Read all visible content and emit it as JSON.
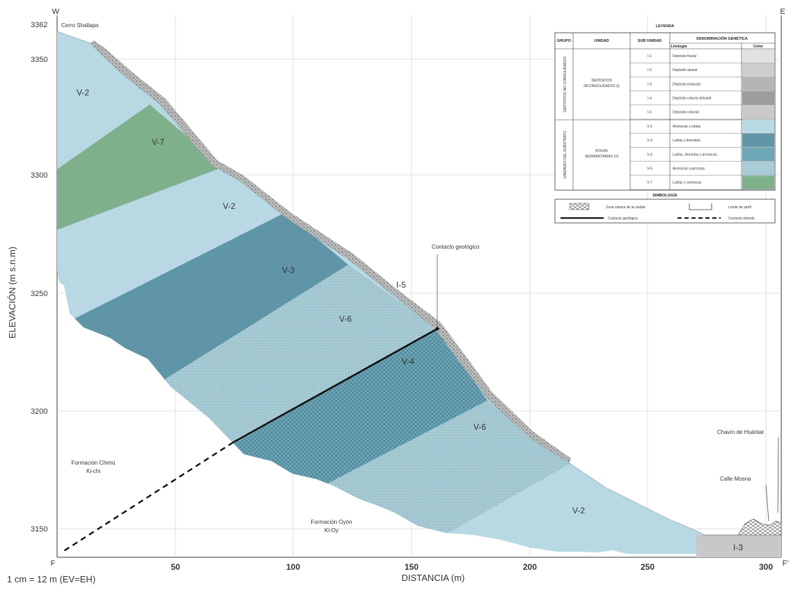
{
  "profile": {
    "west_label": "W",
    "east_label": "E",
    "f_label_left": "F",
    "f_label_right": "F'",
    "start_elevation": "3362",
    "peak_label": "Cerro Shallapa",
    "y_axis_label": "ELEVACIÓN (m s.n.m)",
    "x_axis_label": "DISTANCIA (m)",
    "scale_note": "1 cm = 12 m (EV=EH)",
    "y_ticks": [
      "3350",
      "3300",
      "3250",
      "3200",
      "3150"
    ],
    "x_ticks": [
      "50",
      "100",
      "150",
      "200",
      "250",
      "300"
    ]
  },
  "units": {
    "v2_top": "V-2",
    "v7": "V-7",
    "v2_mid": "V-2",
    "v3": "V-3",
    "v6_up": "V-6",
    "v4": "V-4",
    "v6_low": "V-6",
    "v2_low": "V-2",
    "i5": "I-5",
    "i3": "I-3"
  },
  "annotations": {
    "contact": "Contacto geológico",
    "chavin": "Chavín de Huántar",
    "calle": "Calle Mosna",
    "chimu_1": "Formación Chimú",
    "chimu_2": "Ki-chi",
    "oyon_1": "Formación Oyón",
    "oyon_2": "Ki-Oy"
  },
  "legend": {
    "title": "LEYENDA",
    "col_grupo": "GRUPO",
    "col_unidad": "UNIDAD",
    "col_subunidad": "SUB UNIDAD",
    "col_denominacion": "DENOMINACIÓN GENÉTICA",
    "col_litologia": "Litología",
    "col_color": "Color",
    "group1": "DEPÓSITOS NO CONSOLIDADOS",
    "group1_unit_1": "DEPÓSITOS",
    "group1_unit_2": "INCONSOLIDADOS (I)",
    "group2": "UNIDADES DEL SUBSTRATO",
    "group2_unit_1": "ROCAS",
    "group2_unit_2": "SEDIMENTARIAS (V)",
    "rows": [
      {
        "code": "I-1",
        "name": "Depósito fluvial",
        "fill": "#e2e2e2"
      },
      {
        "code": "I-2",
        "name": "Depósito aluvial",
        "fill": "#cdcdcd"
      },
      {
        "code": "I-3",
        "name": "Depósito proluvial",
        "fill": "#b5b5b5"
      },
      {
        "code": "I-4",
        "name": "Depósito coluvio-deluvial",
        "fill": "#9c9c9c"
      },
      {
        "code": "I-5",
        "name": "Depósito coluvial",
        "fill": "#c9c9c9"
      },
      {
        "code": "V-2",
        "name": "Areniscas y lutitas",
        "fill": "#b8d9e4"
      },
      {
        "code": "V-3",
        "name": "Lutitas y limonitas",
        "fill": "#5f95a6"
      },
      {
        "code": "V-4",
        "name": "Lutitas, limonitas y areniscas",
        "fill": "#6ea6b6"
      },
      {
        "code": "V-6",
        "name": "Areniscas cuarzosas",
        "fill": "#a9ccd6"
      },
      {
        "code": "V-7",
        "name": "Lutitas y areniscas",
        "fill": "#7fb08c"
      }
    ],
    "symbology_title": "SIMBOLOGÍA",
    "sym_1": "Zona urbana de la ciudad",
    "sym_2": "Límite de perfil",
    "sym_3": "Contacto geológico",
    "sym_4": "Contacto inferido"
  },
  "colors": {
    "v2": "#b8d9e4",
    "v7": "#7fb08c",
    "v3": "#5f95a6",
    "v6": "#a9ccd6",
    "v4": "#6ea6b6",
    "i3": "#c8c8c8",
    "colluvium": "#9a9a9a"
  }
}
